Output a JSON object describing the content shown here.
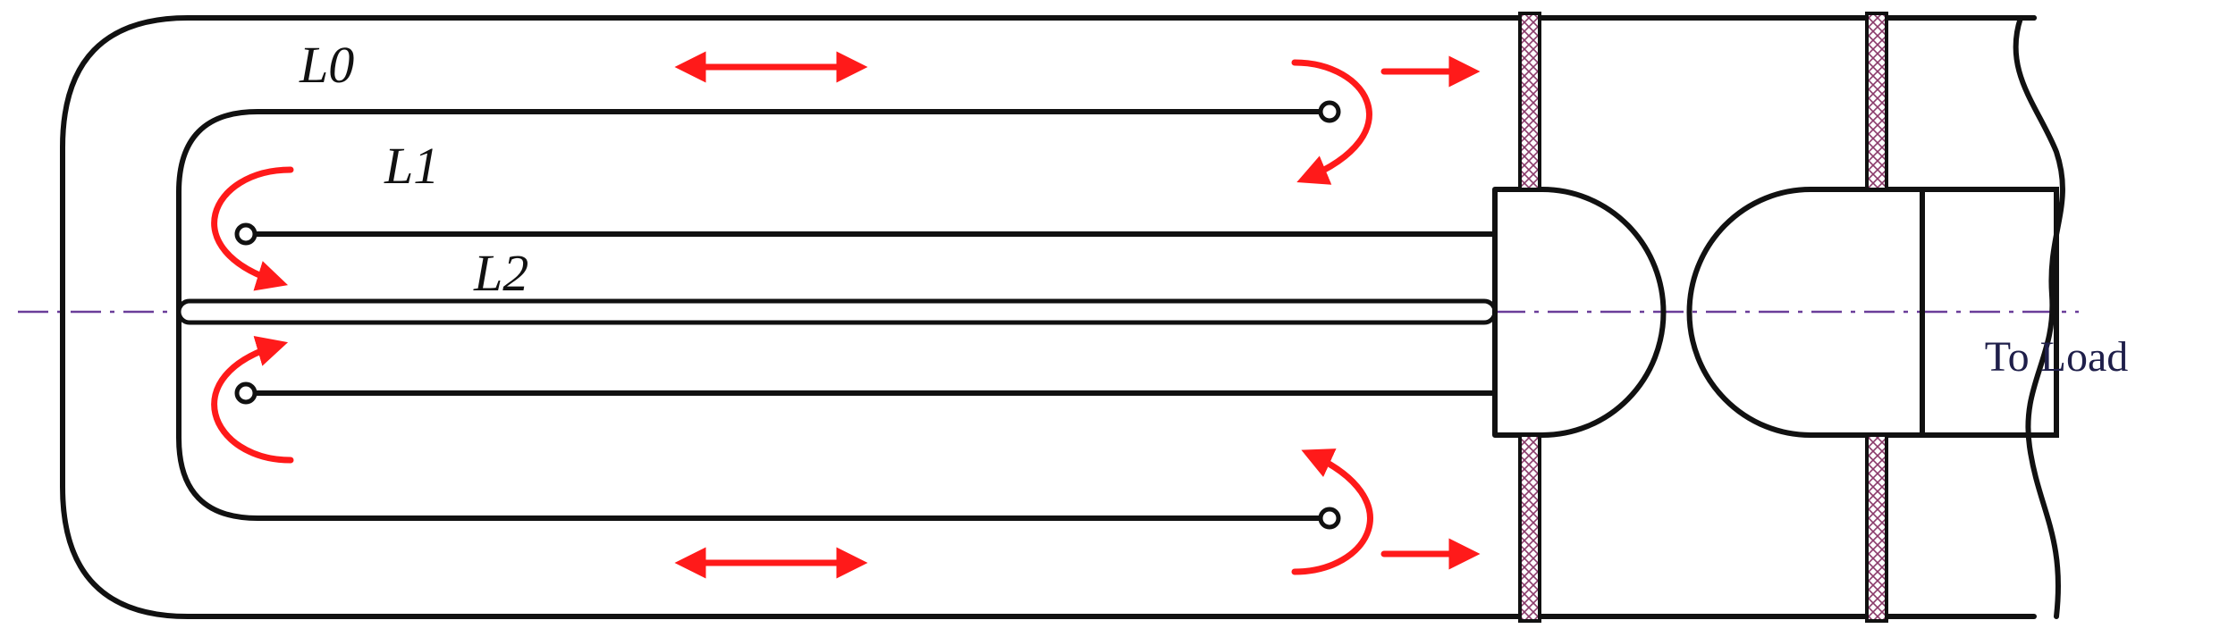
{
  "labels": {
    "l0": "L0",
    "l1": "L1",
    "l2": "L2",
    "to_load": "To Load"
  },
  "colors": {
    "outline": "#111111",
    "flow_arrow": "#ff1a1a",
    "center_axis": "#6a3d99",
    "insulator_hatch": "#8a3a6a"
  },
  "icons": {
    "oscillation": "double-headed-arrow-icon",
    "flow": "right-arrow-icon",
    "reflection": "curved-arrow-icon"
  }
}
